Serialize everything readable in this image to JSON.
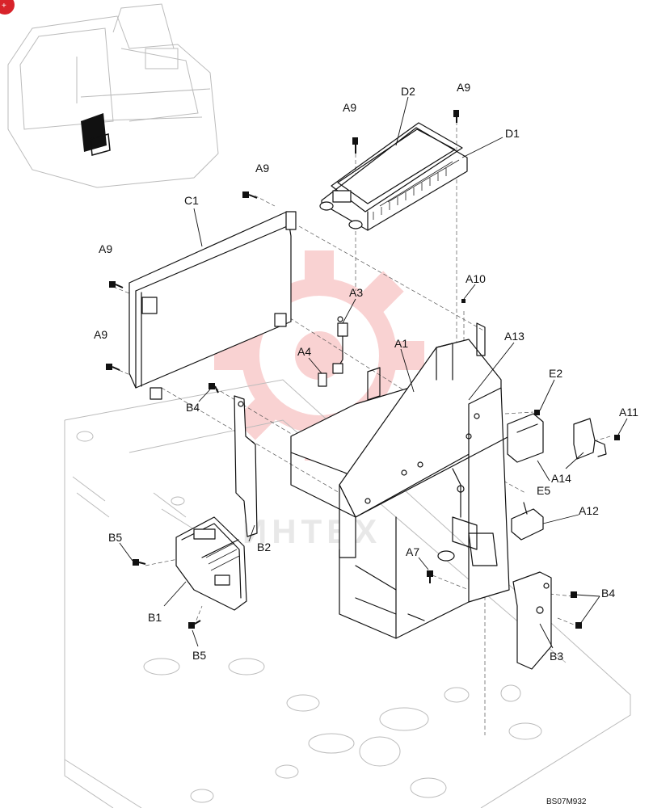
{
  "drawing_code": "BS07M932",
  "watermark": {
    "text": "ИНТЕХ",
    "color": "#f4a0a0"
  },
  "corner_badge_color": "#d8232a",
  "labels": {
    "A1": "A1",
    "A3": "A3",
    "A4": "A4",
    "A7": "A7",
    "A9_1": "A9",
    "A9_2": "A9",
    "A9_3": "A9",
    "A9_4": "A9",
    "A9_5": "A9",
    "A10": "A10",
    "A11": "A11",
    "A12": "A12",
    "A13": "A13",
    "A14": "A14",
    "B1": "B1",
    "B2": "B2",
    "B3": "B3",
    "B4_1": "B4",
    "B4_2": "B4",
    "B5_1": "B5",
    "B5_2": "B5",
    "C1": "C1",
    "D1": "D1",
    "D2": "D2",
    "E2": "E2",
    "E5": "E5"
  }
}
